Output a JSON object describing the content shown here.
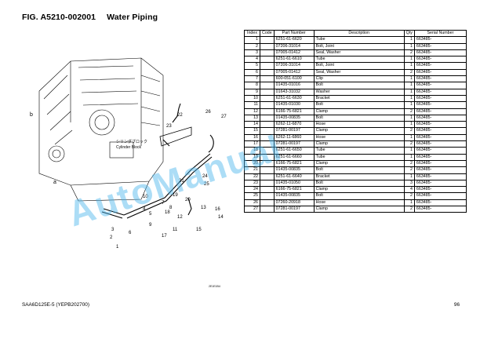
{
  "figure": {
    "code": "FIG. A5210-002001",
    "name": "Water Piping"
  },
  "drawing": {
    "callouts": [
      "1",
      "2",
      "3",
      "4",
      "5",
      "6",
      "7",
      "8",
      "9",
      "10",
      "11",
      "12",
      "13",
      "14",
      "15",
      "16",
      "17",
      "18",
      "19",
      "20",
      "21",
      "22",
      "23",
      "24",
      "25",
      "26",
      "27"
    ],
    "jp_label": "シリンダブロック",
    "en_label": "Cylinder Block",
    "ref_code": "2E1E1B4",
    "arrow_labels": [
      "b",
      "a"
    ]
  },
  "table": {
    "headers": [
      "Index",
      "Code",
      "Part Number",
      "Description",
      "Qty",
      "Serial Number"
    ],
    "rows": [
      {
        "index": "1",
        "code": "",
        "part": "6251-61-6620",
        "desc": "Tube",
        "qty": "1",
        "serial": "663485-"
      },
      {
        "index": "2",
        "code": "",
        "part": "07206-31014",
        "desc": "Bolt, Joint",
        "qty": "1",
        "serial": "663485-"
      },
      {
        "index": "3",
        "code": "",
        "part": "07005-01412",
        "desc": "Seal, Washer",
        "qty": "2",
        "serial": "663485-"
      },
      {
        "index": "4",
        "code": "",
        "part": "6251-61-6610",
        "desc": "Tube",
        "qty": "1",
        "serial": "663485-"
      },
      {
        "index": "5",
        "code": "",
        "part": "07206-31014",
        "desc": "Bolt, Joint",
        "qty": "1",
        "serial": "663485-"
      },
      {
        "index": "6",
        "code": "",
        "part": "07005-01412",
        "desc": "Seal, Washer",
        "qty": "2",
        "serial": "663485-"
      },
      {
        "index": "7",
        "code": "",
        "part": "600-051-6100",
        "desc": "Clip",
        "qty": "1",
        "serial": "663485-"
      },
      {
        "index": "8",
        "code": "",
        "part": "01435-01016",
        "desc": "Bolt",
        "qty": "1",
        "serial": "663485-"
      },
      {
        "index": "9",
        "code": "",
        "part": "01643-31032",
        "desc": "Washer",
        "qty": "1",
        "serial": "663485-"
      },
      {
        "index": "10",
        "code": "",
        "part": "6251-61-6630",
        "desc": "Bracket",
        "qty": "1",
        "serial": "663485-"
      },
      {
        "index": "11",
        "code": "",
        "part": "01435-01030",
        "desc": "Bolt",
        "qty": "1",
        "serial": "663485-"
      },
      {
        "index": "12",
        "code": "",
        "part": "6166-75-6821",
        "desc": "Clamp",
        "qty": "2",
        "serial": "663485-"
      },
      {
        "index": "13",
        "code": "",
        "part": "01435-00835",
        "desc": "Bolt",
        "qty": "1",
        "serial": "663485-"
      },
      {
        "index": "14",
        "code": "",
        "part": "6262-11-6870",
        "desc": "Hose",
        "qty": "1",
        "serial": "663485-"
      },
      {
        "index": "15",
        "code": "",
        "part": "07281-00197",
        "desc": "Clamp",
        "qty": "2",
        "serial": "663485-"
      },
      {
        "index": "16",
        "code": "",
        "part": "6262-11-6860",
        "desc": "Hose",
        "qty": "1",
        "serial": "663485-"
      },
      {
        "index": "17",
        "code": "",
        "part": "07281-00197",
        "desc": "Clamp",
        "qty": "2",
        "serial": "663485-"
      },
      {
        "index": "18",
        "code": "",
        "part": "6251-61-6650",
        "desc": "Tube",
        "qty": "1",
        "serial": "663485-"
      },
      {
        "index": "19",
        "code": "",
        "part": "6251-61-6660",
        "desc": "Tube",
        "qty": "1",
        "serial": "663485-"
      },
      {
        "index": "20",
        "code": "",
        "part": "6166-75-6821",
        "desc": "Clamp",
        "qty": "2",
        "serial": "663485-"
      },
      {
        "index": "21",
        "code": "",
        "part": "01435-00835",
        "desc": "Bolt",
        "qty": "2",
        "serial": "663485-"
      },
      {
        "index": "22",
        "code": "",
        "part": "6251-61-6640",
        "desc": "Bracket",
        "qty": "1",
        "serial": "663485-"
      },
      {
        "index": "23",
        "code": "",
        "part": "01435-01050",
        "desc": "Bolt",
        "qty": "3",
        "serial": "663485-"
      },
      {
        "index": "24",
        "code": "",
        "part": "6166-75-6821",
        "desc": "Clamp",
        "qty": "4",
        "serial": "663485-"
      },
      {
        "index": "25",
        "code": "",
        "part": "01435-00835",
        "desc": "Bolt",
        "qty": "2",
        "serial": "663485-"
      },
      {
        "index": "26",
        "code": "",
        "part": "07260-20918",
        "desc": "Hose",
        "qty": "1",
        "serial": "663485-"
      },
      {
        "index": "27",
        "code": "",
        "part": "07281-00197",
        "desc": "Clamp",
        "qty": "2",
        "serial": "663485-"
      }
    ]
  },
  "footer": {
    "model": "SAA6D125E-5 (YEPB202700)",
    "page": "96"
  },
  "watermark": "AutoManual",
  "colors": {
    "watermark": "#46b4eb",
    "line": "#000000"
  }
}
